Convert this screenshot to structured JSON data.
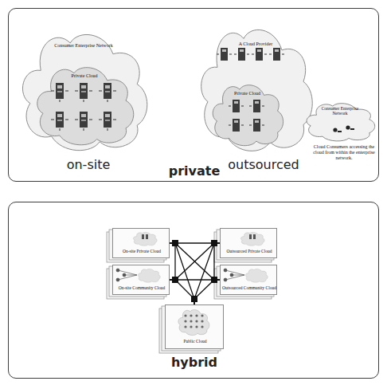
{
  "diagram": {
    "nodes": [
      {
        "text": [
          "private"
        ]
      },
      {
        "text": [
          "Consumer Enterprise Network",
          "on-site"
        ],
        "in": 0
      },
      {
        "text": [
          "Private Cloud"
        ],
        "in": 1
      },
      {
        "text": [
          "A Cloud Provider",
          "outsourced"
        ],
        "in": 0
      },
      {
        "text": [
          "Private Cloud"
        ],
        "in": 3
      },
      {
        "text": [
          "Consumer Enterprise Network",
          "Cloud Consumers accessing the cloud from within the enterprise network."
        ],
        "in": 0
      },
      {
        "text": [
          "hybrid"
        ]
      },
      {
        "text": [
          "On-site Private Cloud"
        ],
        "in": 6
      },
      {
        "text": [
          "Outsourced Private Cloud"
        ],
        "in": 6
      },
      {
        "text": [
          "On-site Community Cloud"
        ],
        "in": 6
      },
      {
        "text": [
          "Outsourced Community Cloud"
        ],
        "in": 6
      },
      {
        "text": [
          "Public Cloud"
        ],
        "in": 6
      }
    ],
    "edges": [
      {
        "from": 4,
        "to": 5,
        "arrow": "none"
      },
      {
        "from": 7,
        "to": 8,
        "arrow": "none"
      },
      {
        "from": 7,
        "to": 9,
        "arrow": "none"
      },
      {
        "from": 7,
        "to": 10,
        "arrow": "none"
      },
      {
        "from": 7,
        "to": 11,
        "arrow": "none"
      },
      {
        "from": 8,
        "to": 9,
        "arrow": "none"
      },
      {
        "from": 8,
        "to": 10,
        "arrow": "none"
      },
      {
        "from": 8,
        "to": 11,
        "arrow": "none"
      },
      {
        "from": 9,
        "to": 10,
        "arrow": "none"
      },
      {
        "from": 9,
        "to": 11,
        "arrow": "none"
      },
      {
        "from": 10,
        "to": 11,
        "arrow": "none"
      }
    ]
  }
}
